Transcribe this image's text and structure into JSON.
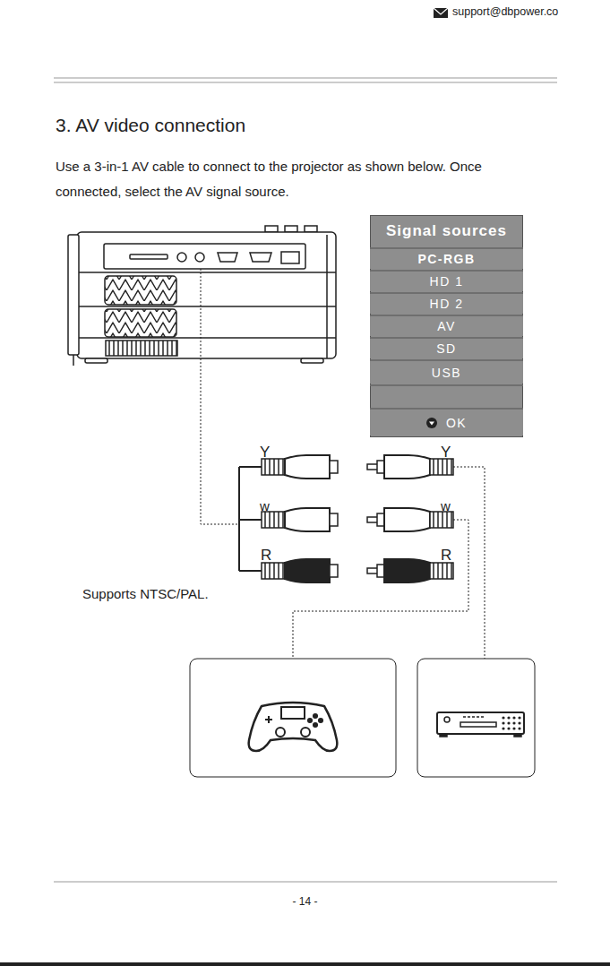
{
  "diagram": {
    "title": "3. AV video connection",
    "nodes": [
      {
        "text": [
          "Signal sources"
        ]
      },
      {
        "text": [
          "PC-RGB"
        ],
        "in": 0
      },
      {
        "text": [
          "HD 1"
        ],
        "in": 0
      },
      {
        "text": [
          "HD 2"
        ],
        "in": 0
      },
      {
        "text": [
          "AV"
        ],
        "in": 0
      },
      {
        "text": [
          "SD"
        ],
        "in": 0
      },
      {
        "text": [
          "USB"
        ],
        "in": 0
      },
      {
        "text": [
          "OK"
        ],
        "in": 0
      }
    ],
    "labels": [
      "support@dbpower.co",
      "Use a 3-in-1 AV cable to connect to the projector as shown below. Once connected, select the AV signal source.",
      "Y",
      "w",
      "R",
      "Y",
      "w",
      "R",
      "Supports NTSC/PAL.",
      "- 14 -"
    ]
  }
}
